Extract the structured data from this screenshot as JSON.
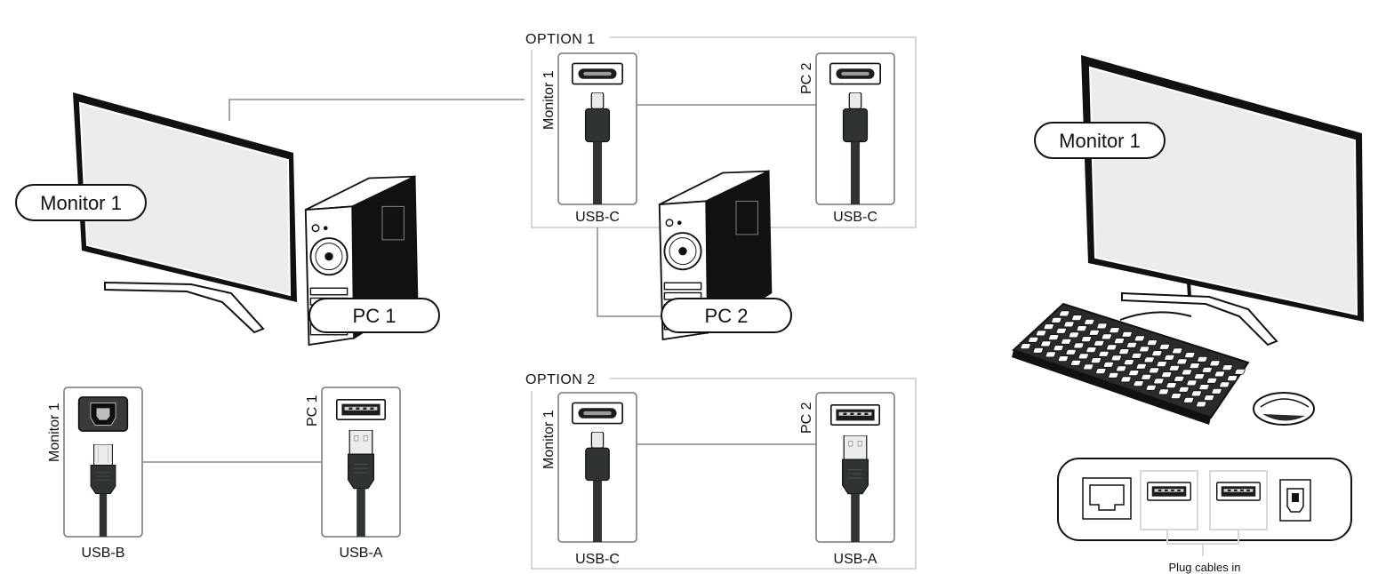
{
  "left_scene": {
    "monitor_label": "Monitor 1",
    "pc_label": "PC 1",
    "connection": {
      "left_card": {
        "side_label": "Monitor 1",
        "port_label": "USB-B",
        "port_icon": "usb-b-port-icon"
      },
      "right_card": {
        "side_label": "PC 1",
        "port_label": "USB-A",
        "port_icon": "usb-a-port-icon"
      }
    }
  },
  "center_scene": {
    "pc_label": "PC 2",
    "option1": {
      "title": "OPTION 1",
      "left_card": {
        "side_label": "Monitor 1",
        "port_label": "USB-C",
        "port_icon": "usb-c-port-icon"
      },
      "right_card": {
        "side_label": "PC 2",
        "port_label": "USB-C",
        "port_icon": "usb-c-port-icon"
      }
    },
    "option2": {
      "title": "OPTION 2",
      "left_card": {
        "side_label": "Monitor 1",
        "port_label": "USB-C",
        "port_icon": "usb-c-port-icon"
      },
      "right_card": {
        "side_label": "PC 2",
        "port_label": "USB-A",
        "port_icon": "usb-a-port-icon"
      }
    }
  },
  "right_scene": {
    "monitor_label": "Monitor 1",
    "port_panel_caption": "Plug cables in"
  }
}
